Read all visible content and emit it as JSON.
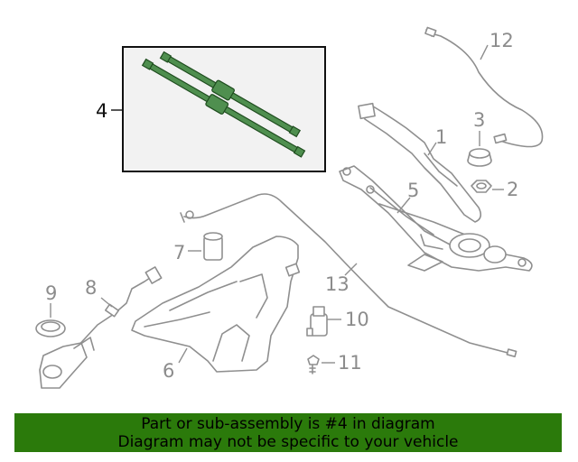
{
  "callouts": {
    "c1": "1",
    "c2": "2",
    "c3": "3",
    "c4": "4",
    "c5": "5",
    "c6": "6",
    "c7": "7",
    "c8": "8",
    "c9": "9",
    "c10": "10",
    "c11": "11",
    "c12": "12",
    "c13": "13"
  },
  "highlighted_part": "4",
  "colors": {
    "banner": "#2b7a0b",
    "highlight_part": "#4f8f4f",
    "line_art": "#8f8f8f"
  },
  "banner": {
    "line1": "Part or sub-assembly is #4 in diagram",
    "line2": "Diagram may not be specific to your vehicle"
  }
}
